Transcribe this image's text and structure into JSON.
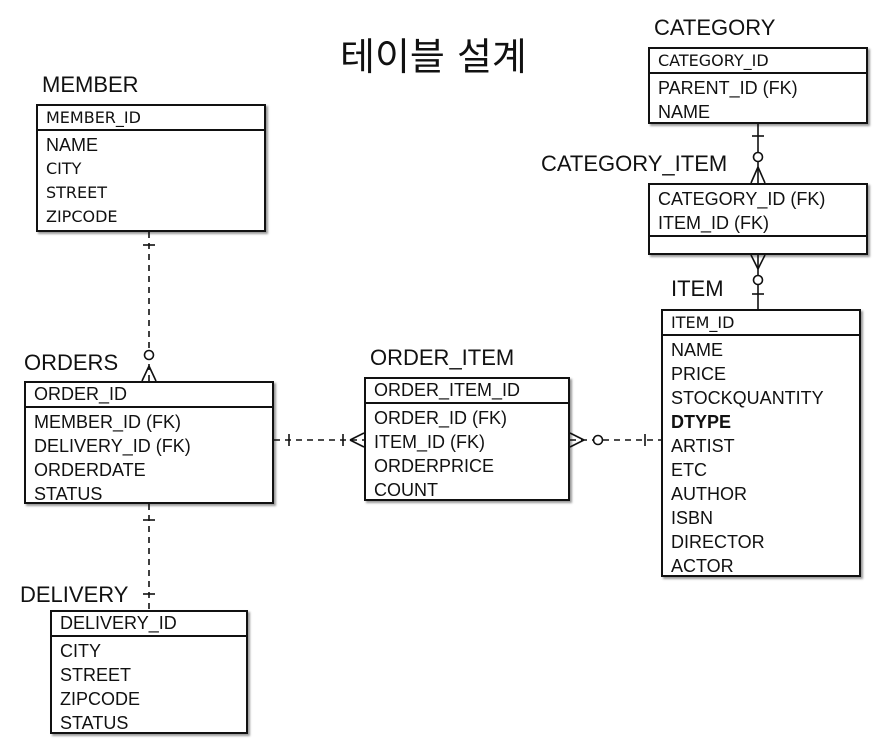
{
  "title": "테이블 설계",
  "entities": {
    "member": {
      "name": "MEMBER",
      "pk": "MEMBER_ID",
      "attrs": [
        "NAME",
        "CITY",
        "STREET",
        "ZIPCODE"
      ]
    },
    "orders": {
      "name": "ORDERS",
      "pk": "ORDER_ID",
      "attrs": [
        "MEMBER_ID (FK)",
        "DELIVERY_ID (FK)",
        "ORDERDATE",
        "STATUS"
      ]
    },
    "delivery": {
      "name": "DELIVERY",
      "pk": "DELIVERY_ID",
      "attrs": [
        "CITY",
        "STREET",
        "ZIPCODE",
        "STATUS"
      ]
    },
    "order_item": {
      "name": "ORDER_ITEM",
      "pk": "ORDER_ITEM_ID",
      "attrs": [
        "ORDER_ID (FK)",
        "ITEM_ID (FK)",
        "ORDERPRICE",
        "COUNT"
      ]
    },
    "category": {
      "name": "CATEGORY",
      "pk": "CATEGORY_ID",
      "attrs": [
        "PARENT_ID (FK)",
        "NAME"
      ]
    },
    "category_item": {
      "name": "CATEGORY_ITEM",
      "attrs": [
        "CATEGORY_ID (FK)",
        "ITEM_ID (FK)"
      ]
    },
    "item": {
      "name": "ITEM",
      "pk": "ITEM_ID",
      "attrs": [
        "NAME",
        "PRICE",
        "STOCKQUANTITY",
        "DTYPE",
        "ARTIST",
        "ETC",
        "AUTHOR",
        "ISBN",
        "DIRECTOR",
        "ACTOR"
      ]
    }
  }
}
